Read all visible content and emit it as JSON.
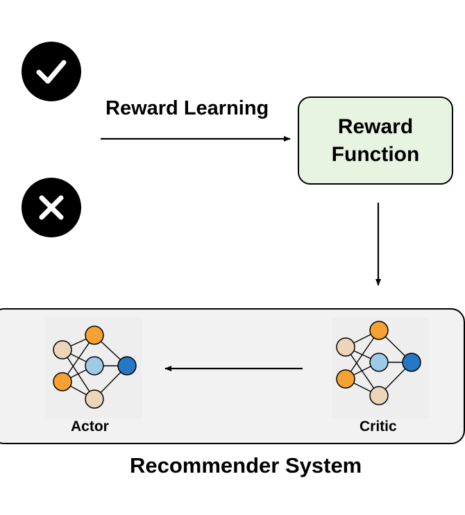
{
  "diagram": {
    "reward_learning_label": "Reward Learning",
    "reward_box": {
      "line1": "Reward",
      "line2": "Function"
    },
    "actor_label": "Actor",
    "critic_label": "Critic",
    "system_label": "Recommender System"
  },
  "icons": {
    "success": "check-mark-icon",
    "failure": "cross-mark-icon"
  },
  "colors": {
    "node_orange": "#f5a233",
    "node_beige": "#ecd5b8",
    "node_light_blue": "#9ecae6",
    "node_blue": "#2677c4",
    "reward_box_fill": "#e8f4e2",
    "system_box_fill": "#f2f2f2"
  }
}
